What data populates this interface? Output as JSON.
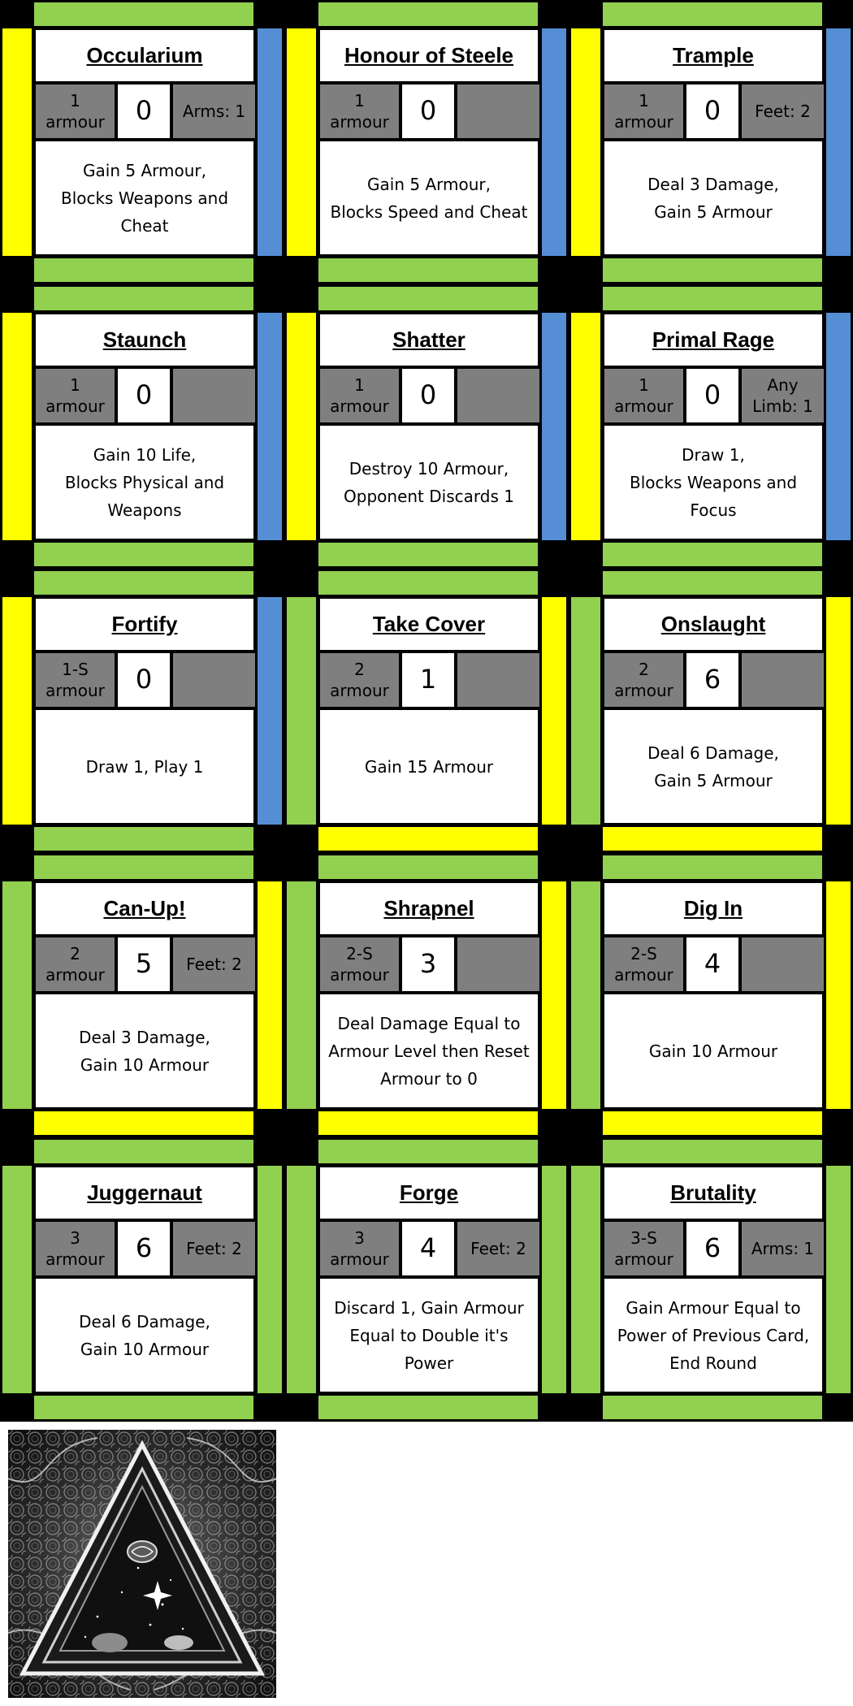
{
  "colors": {
    "green": "#92d050",
    "yellow": "#ffff00",
    "blue": "#558ed5",
    "black": "#000000",
    "stat_gray": "#7f7f7f"
  },
  "cards": [
    {
      "title": "Occularium",
      "cost": "1\narmour",
      "power": "0",
      "limb": "Arms: 1",
      "text": "Gain 5 Armour,\nBlocks Weapons and\nCheat",
      "left_color": "yellow",
      "right_color": "blue",
      "top_color": "green",
      "bottom_color": "green"
    },
    {
      "title": "Honour of Steele",
      "cost": "1\narmour",
      "power": "0",
      "limb": "",
      "text": "Gain 5 Armour,\nBlocks Speed and Cheat",
      "left_color": "yellow",
      "right_color": "blue",
      "top_color": "green",
      "bottom_color": "green"
    },
    {
      "title": "Trample",
      "cost": "1\narmour",
      "power": "0",
      "limb": "Feet: 2",
      "text": "Deal 3 Damage,\nGain 5 Armour",
      "left_color": "yellow",
      "right_color": "blue",
      "top_color": "green",
      "bottom_color": "green"
    },
    {
      "title": "Staunch",
      "cost": "1\narmour",
      "power": "0",
      "limb": "",
      "text": "Gain 10 Life,\nBlocks Physical and\nWeapons",
      "left_color": "yellow",
      "right_color": "blue",
      "top_color": "green",
      "bottom_color": "green"
    },
    {
      "title": "Shatter",
      "cost": "1\narmour",
      "power": "0",
      "limb": "",
      "text": "Destroy 10 Armour,\nOpponent Discards 1",
      "left_color": "yellow",
      "right_color": "blue",
      "top_color": "green",
      "bottom_color": "green"
    },
    {
      "title": "Primal Rage",
      "cost": "1\narmour",
      "power": "0",
      "limb": "Any\nLimb: 1",
      "text": "Draw 1,\nBlocks Weapons and\nFocus",
      "left_color": "yellow",
      "right_color": "blue",
      "top_color": "green",
      "bottom_color": "green"
    },
    {
      "title": "Fortify",
      "cost": "1-S\narmour",
      "power": "0",
      "limb": "",
      "text": "Draw 1, Play 1",
      "left_color": "yellow",
      "right_color": "blue",
      "top_color": "green",
      "bottom_color": "green"
    },
    {
      "title": "Take Cover",
      "cost": "2\narmour",
      "power": "1",
      "limb": "",
      "text": "Gain 15 Armour",
      "left_color": "green",
      "right_color": "yellow",
      "top_color": "green",
      "bottom_color": "yellow"
    },
    {
      "title": "Onslaught",
      "cost": "2\narmour",
      "power": "6",
      "limb": "",
      "text": "Deal 6 Damage,\nGain 5 Armour",
      "left_color": "green",
      "right_color": "yellow",
      "top_color": "green",
      "bottom_color": "yellow"
    },
    {
      "title": "Can-Up!",
      "cost": "2\narmour",
      "power": "5",
      "limb": "Feet: 2",
      "text": "Deal 3 Damage,\nGain 10 Armour",
      "left_color": "green",
      "right_color": "yellow",
      "top_color": "green",
      "bottom_color": "yellow"
    },
    {
      "title": "Shrapnel",
      "cost": "2-S\narmour",
      "power": "3",
      "limb": "",
      "text": "Deal Damage Equal to\nArmour Level then Reset\nArmour to 0",
      "left_color": "green",
      "right_color": "yellow",
      "top_color": "green",
      "bottom_color": "yellow"
    },
    {
      "title": "Dig In",
      "cost": "2-S\narmour",
      "power": "4",
      "limb": "",
      "text": "Gain 10 Armour",
      "left_color": "green",
      "right_color": "yellow",
      "top_color": "green",
      "bottom_color": "yellow"
    },
    {
      "title": "Juggernaut",
      "cost": "3\narmour",
      "power": "6",
      "limb": "Feet: 2",
      "text": "Deal 6 Damage,\nGain 10 Armour",
      "left_color": "green",
      "right_color": "green",
      "top_color": "green",
      "bottom_color": "green"
    },
    {
      "title": "Forge",
      "cost": "3\narmour",
      "power": "4",
      "limb": "Feet: 2",
      "text": "Discard  1, Gain Armour\nEqual to Double it's\nPower",
      "left_color": "green",
      "right_color": "green",
      "top_color": "green",
      "bottom_color": "green"
    },
    {
      "title": "Brutality",
      "cost": "3-S\narmour",
      "power": "6",
      "limb": "Arms: 1",
      "text": "Gain Armour Equal to\nPower of Previous Card,\nEnd Round",
      "left_color": "green",
      "right_color": "green",
      "top_color": "green",
      "bottom_color": "green"
    }
  ],
  "card_back": {
    "icon": "sacred-triangle-artwork"
  }
}
